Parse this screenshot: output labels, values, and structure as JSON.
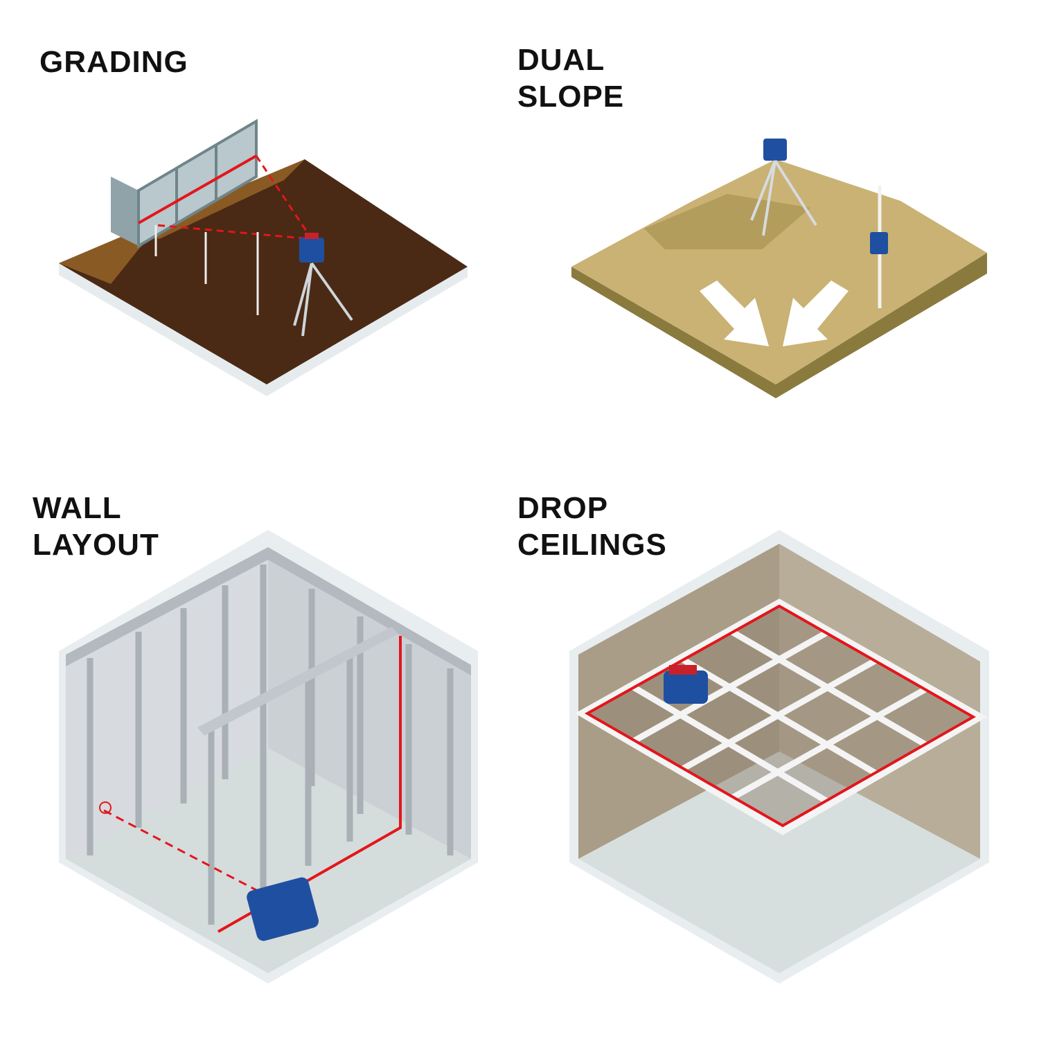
{
  "panels": [
    {
      "id": "grading",
      "title_lines": [
        "GRADING"
      ]
    },
    {
      "id": "dual-slope",
      "title_lines": [
        "DUAL",
        "SLOPE"
      ]
    },
    {
      "id": "wall-layout",
      "title_lines": [
        "WALL",
        "LAYOUT"
      ]
    },
    {
      "id": "drop-ceilings",
      "title_lines": [
        "DROP",
        "CEILINGS"
      ]
    }
  ],
  "colors": {
    "laser": "#e3161b",
    "tool_blue": "#1f4fa0",
    "soil": "#4a2a14",
    "sand": "#c9b273",
    "steel": "#b8bec4",
    "wall_tan": "#a99d88"
  }
}
